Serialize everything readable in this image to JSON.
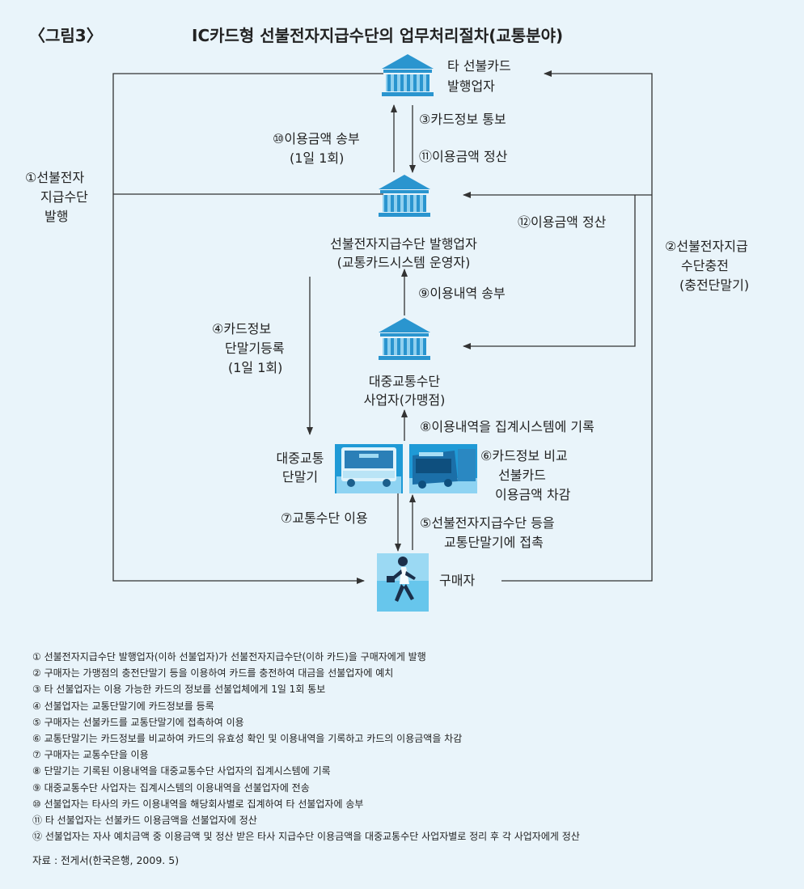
{
  "figure": {
    "number": "〈그림3〉",
    "title": "IC카드형 선불전자지급수단의 업무처리절차(교통분야)"
  },
  "nodes": {
    "other_issuer": [
      "타 선불카드",
      "발행업자"
    ],
    "issuer": [
      "선불전자지급수단 발행업자",
      "(교통카드시스템 운영자)"
    ],
    "transit_operator": [
      "대중교통수단",
      "사업자(가맹점)"
    ],
    "terminal": [
      "대중교통",
      "단말기"
    ],
    "buyer": "구매자"
  },
  "steps": {
    "s1": [
      "①선불전자",
      "지급수단",
      "발행"
    ],
    "s2": [
      "②선불전자지급",
      "수단충전",
      "(충전단말기)"
    ],
    "s3": "③카드정보 통보",
    "s4": [
      "④카드정보",
      "단말기등록",
      "(1일 1회)"
    ],
    "s5": [
      "⑤선불전자지급수단 등을",
      "교통단말기에 접촉"
    ],
    "s6": [
      "⑥카드정보 비교",
      "선불카드",
      "이용금액 차감"
    ],
    "s7": "⑦교통수단 이용",
    "s8": "⑧이용내역을 집계시스템에 기록",
    "s9": "⑨이용내역  송부",
    "s10": [
      "⑩이용금액  송부",
      "(1일 1회)"
    ],
    "s11": "⑪이용금액 정산",
    "s12": "⑫이용금액 정산"
  },
  "icons": {
    "bank": "bank-building-icon",
    "bus": "bus-photo",
    "person": "running-person-icon"
  },
  "notes": [
    "① 선불전자지급수단 발행업자(이하 선불업자)가 선불전자지급수단(이하 카드)을 구매자에게 발행",
    "② 구매자는 가맹점의 충전단말기 등을 이용하여 카드를 충전하여 대금을 선불업자에 예치",
    "③ 타 선불업자는 이용 가능한 카드의 정보를 선불업체에게 1일 1회 통보",
    "④ 선불업자는 교통단말기에 카드정보를 등록",
    "⑤ 구매자는 선불카드를 교통단말기에 접촉하여 이용",
    "⑥ 교통단말기는 카드정보를 비교하여 카드의 유효성 확인 및 이용내역을 기록하고 카드의 이용금액을 차감",
    "⑦ 구매자는 교통수단을 이용",
    "⑧ 단말기는 기록된 이용내역을 대중교통수단 사업자의 집계시스템에 기록",
    "⑨ 대중교통수단 사업자는 집계시스템의 이용내역을 선불업자에 전송",
    "⑩ 선불업자는 타사의 카드 이용내역을 해당회사별로 집계하여 타 선불업자에 송부",
    "⑪ 타 선불업자는 선불카드 이용금액을 선불업자에 정산",
    "⑫ 선불업자는 자사 예치금액 중 이용금액 및 정산 받은 타사 지급수단 이용금액을 대중교통수단 사업자별로 정리 후 각 사업자에게 정산"
  ],
  "source": "자료 : 전게서(한국은행, 2009. 5)",
  "colors": {
    "background": "#e9f4fa",
    "bank_blue": "#2a95cf",
    "bank_light": "#8fd0ef",
    "photo_blue": "#29a7dc",
    "line": "#333333"
  }
}
